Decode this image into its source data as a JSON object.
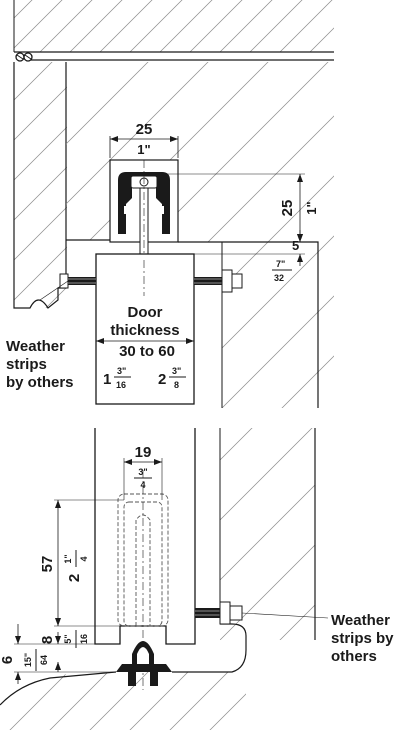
{
  "labels": {
    "weather_strips_top": [
      "Weather",
      "strips",
      "by others"
    ],
    "weather_strips_bottom": [
      "Weather",
      "strips by",
      "others"
    ],
    "door_title": [
      "Door",
      "thickness"
    ],
    "door_range": "30 to 60"
  },
  "dimensions": {
    "track_width_mm": "25",
    "track_width_in": "1\"",
    "track_height_mm": "25",
    "track_height_in": "1\"",
    "gap_mm": "5",
    "gap_in_num": "7\"",
    "gap_in_den": "32",
    "door_in_min_whole": "1",
    "door_in_min_num": "3\"",
    "door_in_min_den": "16",
    "door_in_max_whole": "2",
    "door_in_max_num": "3\"",
    "door_in_max_den": "8",
    "groove_width_mm": "19",
    "groove_width_in_num": "3\"",
    "groove_width_in_den": "4",
    "groove_depth_mm": "57",
    "groove_depth_in_whole": "2",
    "groove_depth_in_num": "1\"",
    "groove_depth_in_den": "4",
    "bottom_gap_mm": "8",
    "bottom_gap_in_num": "5\"",
    "bottom_gap_in_den": "16",
    "floor_guide_mm": "6",
    "floor_guide_in_num": "15\"",
    "floor_guide_in_den": "64"
  }
}
